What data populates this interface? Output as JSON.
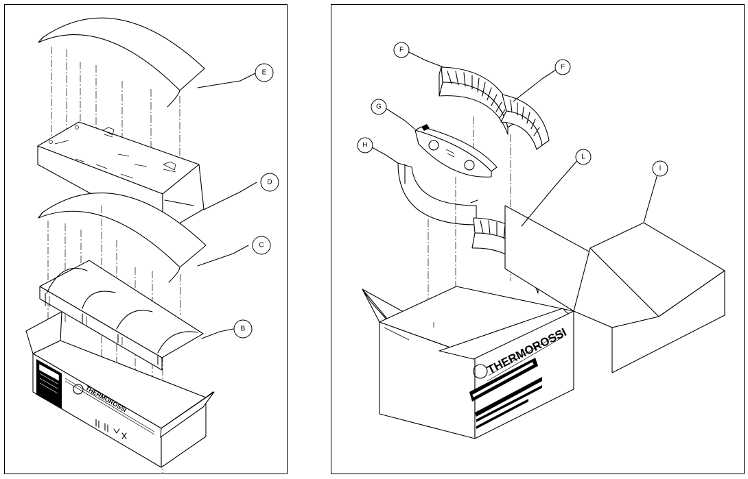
{
  "left_panel": {
    "callouts": [
      "E",
      "D",
      "C",
      "B"
    ],
    "box_brand": "THERMOROSSI"
  },
  "right_panel": {
    "callouts": [
      "F",
      "F",
      "G",
      "H",
      "L",
      "I"
    ],
    "box_brand": "THERMOROSSI"
  }
}
